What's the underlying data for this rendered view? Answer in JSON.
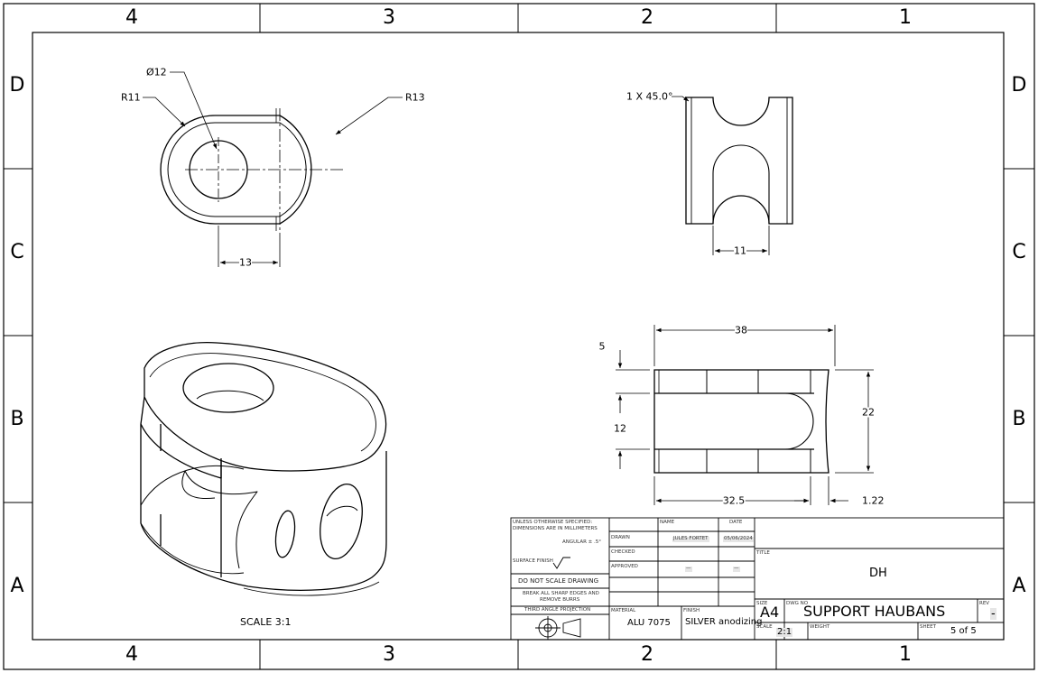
{
  "zones": {
    "columns": [
      "4",
      "3",
      "2",
      "1"
    ],
    "rows": [
      "D",
      "C",
      "B",
      "A"
    ]
  },
  "annotations": {
    "dia12": "Ø12",
    "r11": "R11",
    "r13": "R13",
    "chamfer": "1 X 45.0°",
    "dim13": "13",
    "dim11": "11",
    "dim38": "38",
    "dim5": "5",
    "dim12": "12",
    "dim22": "22",
    "dim32_5": "32.5",
    "dim1_22": "1.22",
    "scale_view": "SCALE 3:1"
  },
  "title_block": {
    "unless_line1": "UNLESS OTHERWISE SPECIFIED:",
    "unless_line2": "DIMENSIONS ARE IN MILLIMETERS",
    "angular": "ANGULAR ± .5°",
    "surface_finish": "SURFACE FINISH",
    "do_not_scale": "DO NOT SCALE DRAWING",
    "break_edges_1": "BREAK ALL SHARP EDGES AND",
    "break_edges_2": "REMOVE BURRS",
    "third_angle": "THIRD ANGLE PROJECTION",
    "name_header": "NAME",
    "date_header": "DATE",
    "drawn": "DRAWN",
    "drawn_name": "JULES FORTET",
    "drawn_date": "05/06/2024",
    "checked": "CHECKED",
    "approved": "APPROVED",
    "approved_name": "—",
    "approved_date": "—",
    "material_label": "MATERIAL",
    "material": "ALU 7075",
    "finish_label": "FINISH",
    "finish": "SILVER anodizing",
    "title_label": "TITLE",
    "title": "DH",
    "size_label": "SIZE",
    "size": "A4",
    "dwg_label": "DWG NO",
    "dwg_no": "SUPPORT HAUBANS",
    "rev_label": "REV",
    "rev": "-",
    "scale_label": "SCALE",
    "scale": "2:1",
    "weight_label": "WEIGHT",
    "sheet_label": "SHEET",
    "sheet": "5 of 5"
  }
}
